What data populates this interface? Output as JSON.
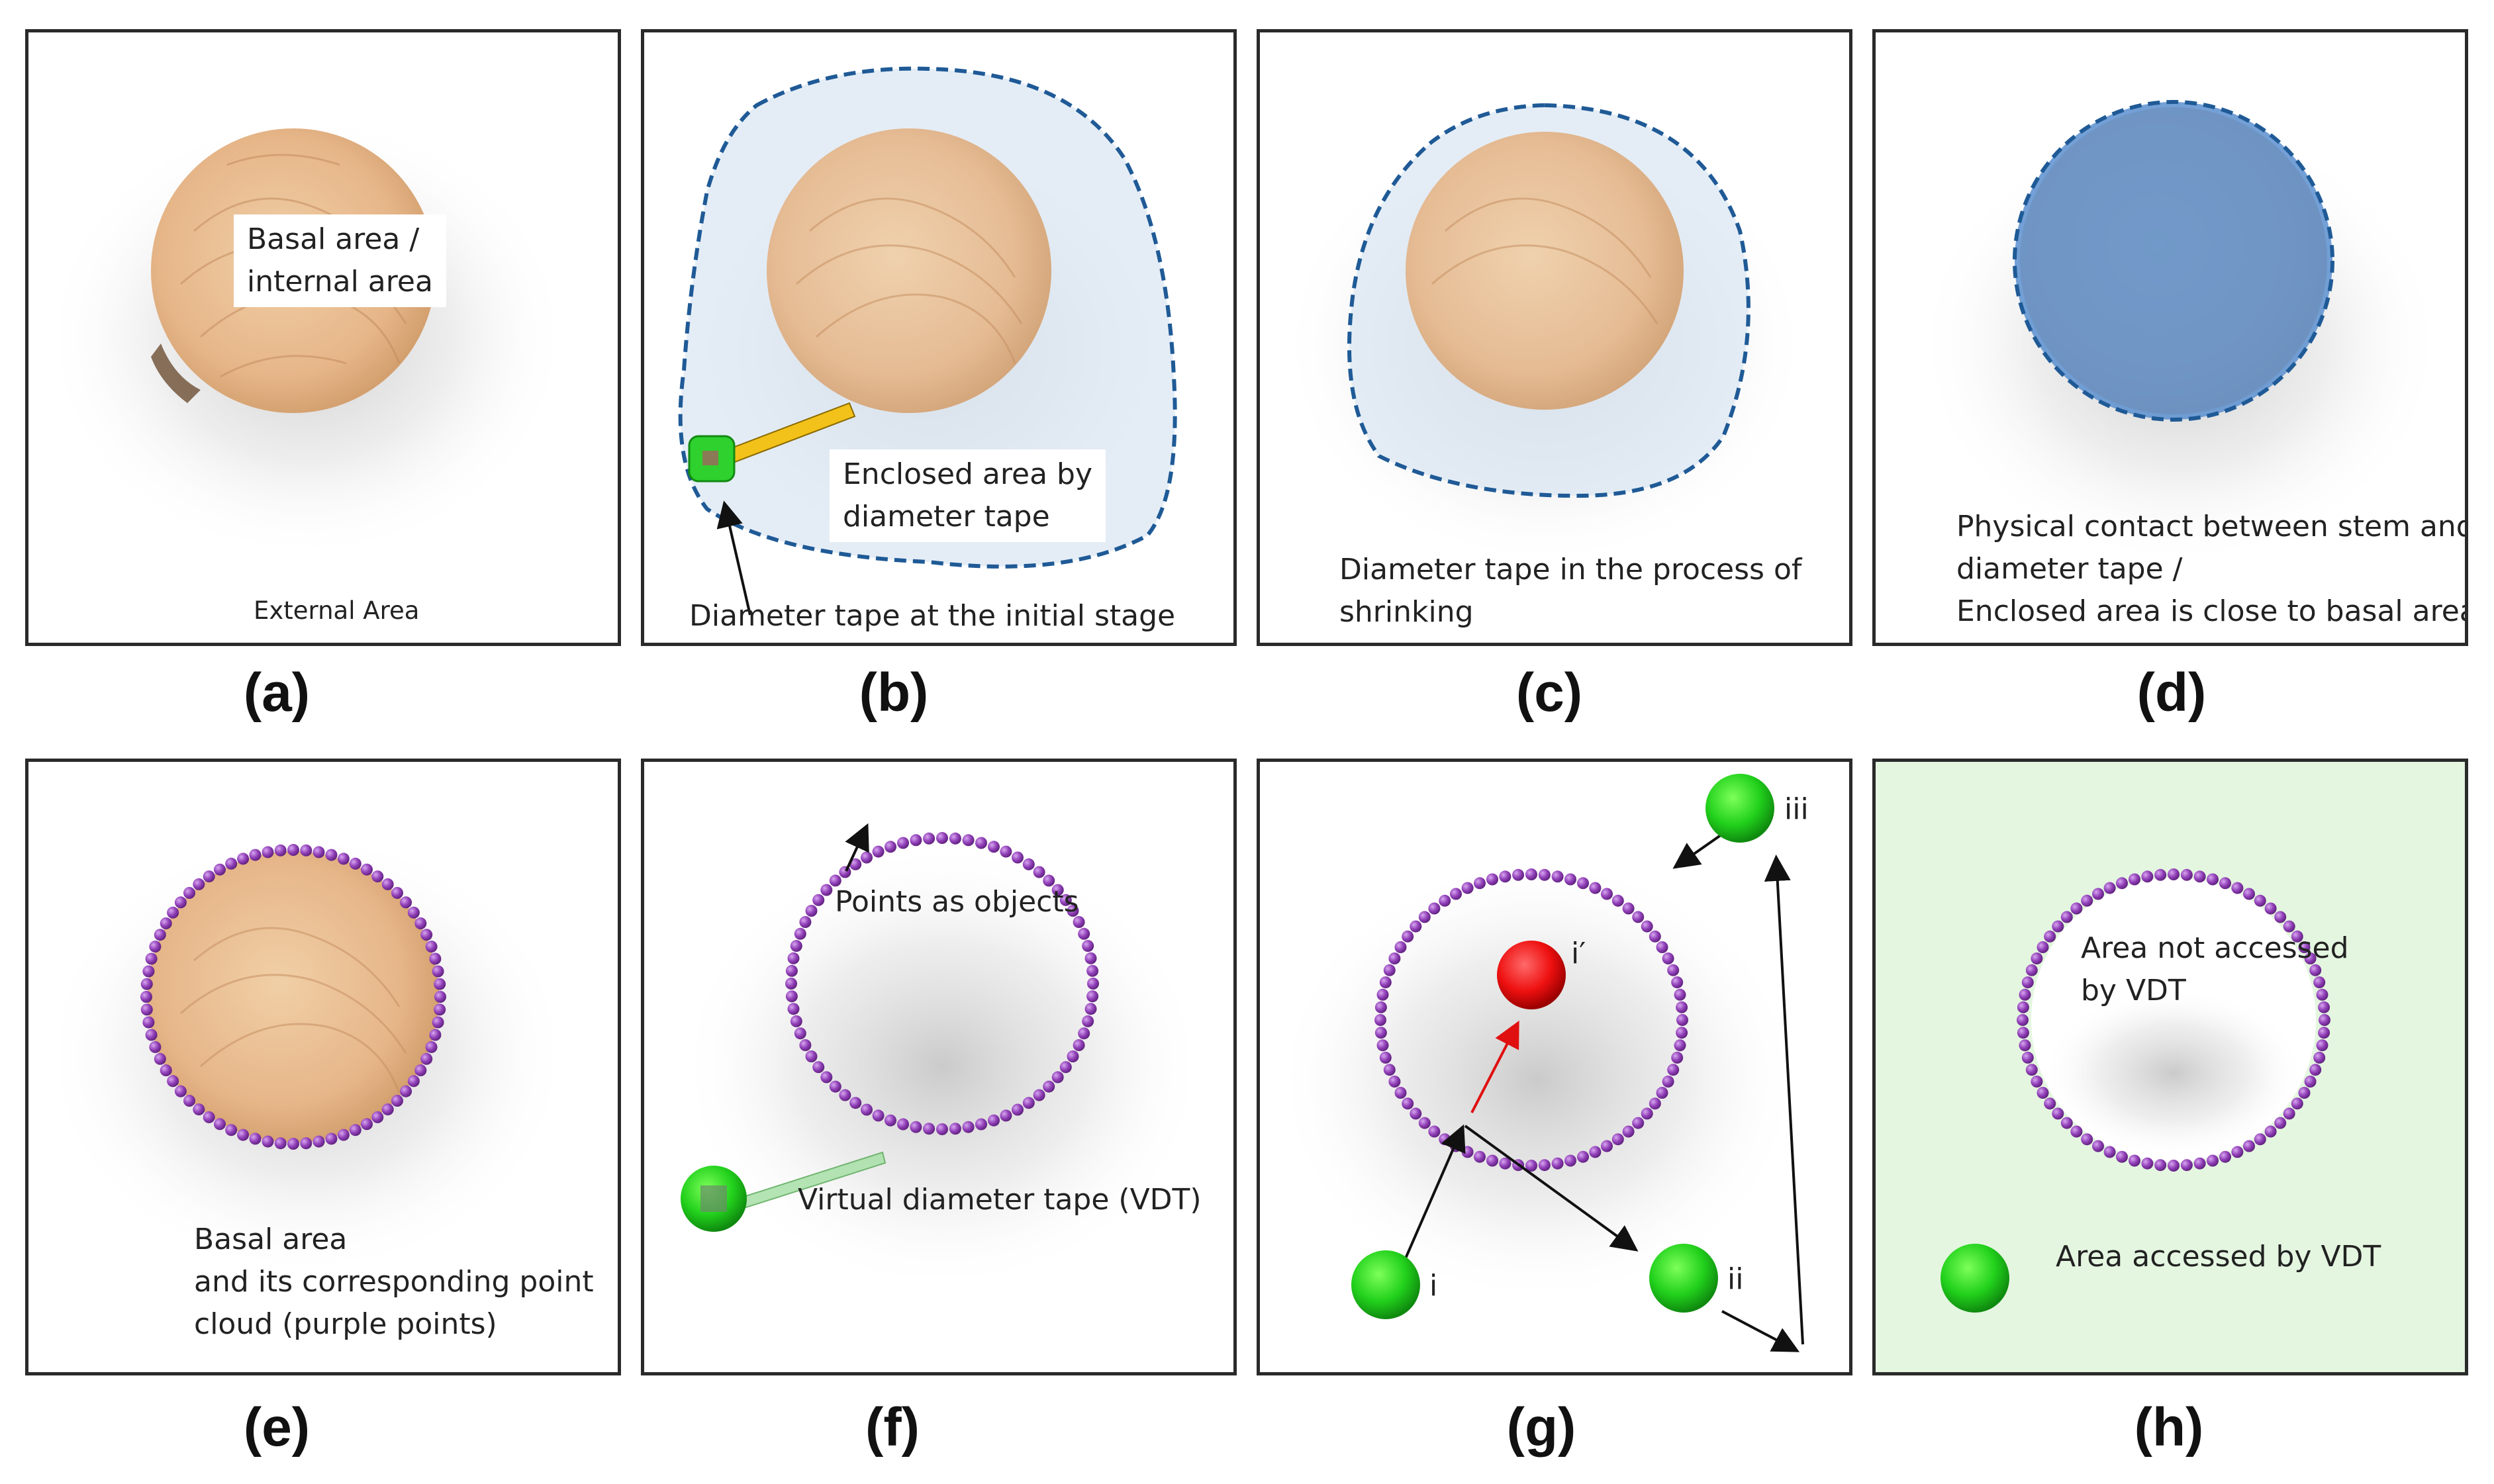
{
  "panels": {
    "a": {
      "label": "(a)",
      "basal_text": "Basal area /\ninternal area",
      "external_text": "External Area"
    },
    "b": {
      "label": "(b)",
      "enclosed_text": "Enclosed area by\ndiameter tape",
      "tape_text": "Diameter tape at the initial stage"
    },
    "c": {
      "label": "(c)",
      "shrink_text": "Diameter tape in the process of\nshrinking"
    },
    "d": {
      "label": "(d)",
      "contact_text": "Physical contact between stem and\ndiameter tape /\nEnclosed area is close to basal area"
    },
    "e": {
      "label": "(e)",
      "cloud_text": "Basal area\nand its corresponding point\ncloud (purple points)"
    },
    "f": {
      "label": "(f)",
      "points_text": "Points as objects",
      "vdt_text": "Virtual diameter tape (VDT)"
    },
    "g": {
      "label": "(g)",
      "marker_i": "i",
      "marker_i_prime": "i′",
      "marker_ii": "ii",
      "marker_iii": "iii"
    },
    "h": {
      "label": "(h)",
      "not_accessed_text": "Area not accessed\nby VDT",
      "accessed_text": "Area accessed by VDT"
    }
  },
  "colors": {
    "wood": "#e8bb8c",
    "tape_boundary": "#1f5a96",
    "enclosed_fill": "#dbe7f3",
    "basal_fill": "#5b8fcf",
    "point": "#8a3fb0",
    "vdt": "#1fcc1f",
    "blocked": "#e01010",
    "accessed_bg": "#e4f6e0"
  }
}
